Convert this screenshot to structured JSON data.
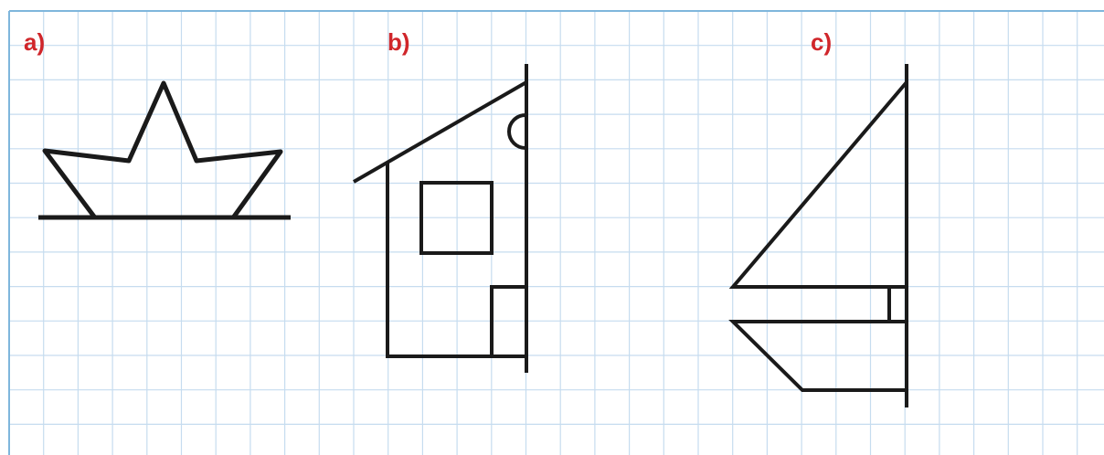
{
  "labels": {
    "a": "a)",
    "b": "b)",
    "c": "c)"
  },
  "colors": {
    "label": "#d0262b",
    "grid": "#c6dcef",
    "border": "#7fb6dc",
    "stroke": "#1a1a1a"
  }
}
